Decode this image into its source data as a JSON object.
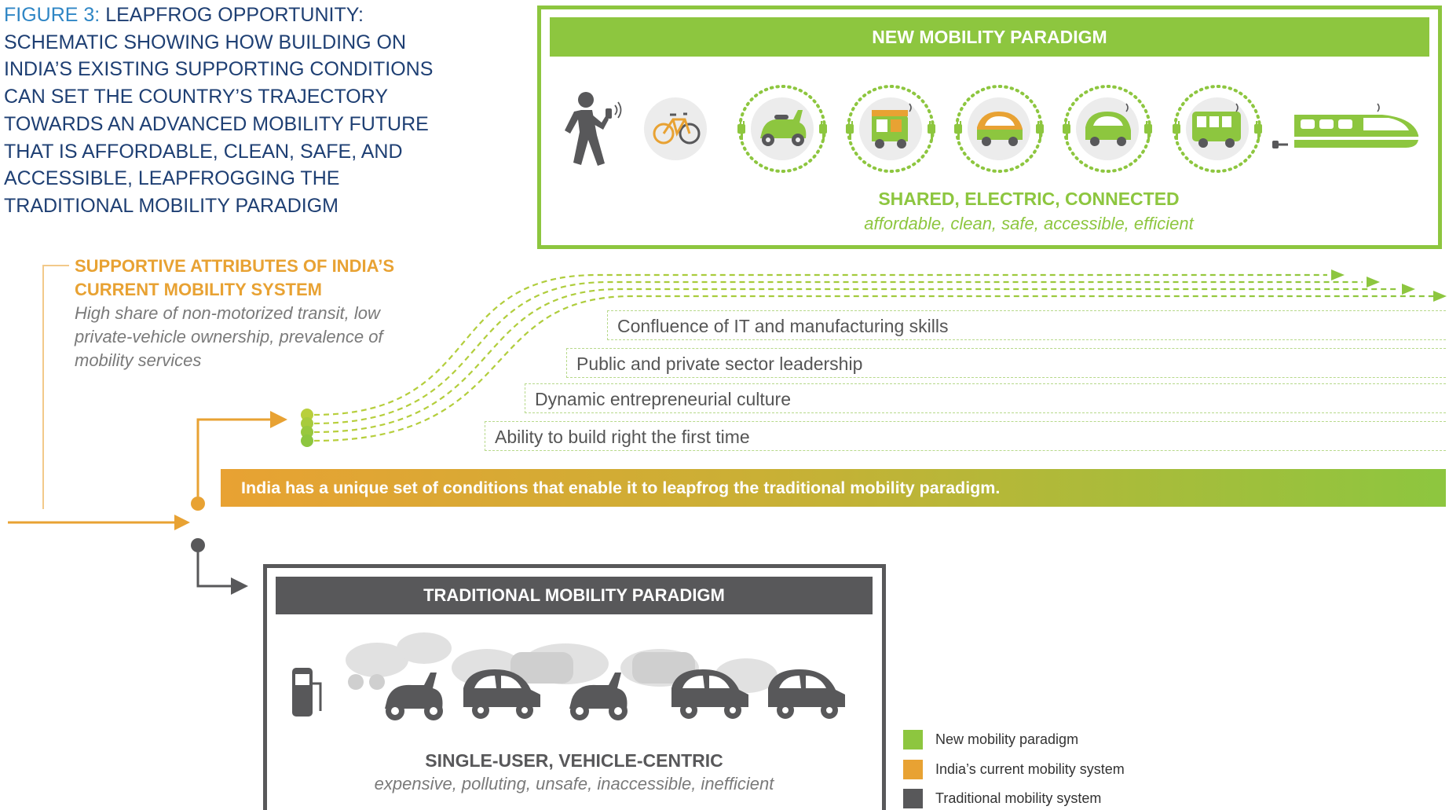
{
  "figure": {
    "label": "FIGURE 3:",
    "title": "LEAPFROG OPPORTUNITY: SCHEMATIC SHOWING HOW BUILDING ON INDIA’S EXISTING SUPPORTING CONDITIONS CAN SET THE COUNTRY’S TRAJECTORY TOWARDS AN ADVANCED MOBILITY FUTURE THAT IS AFFORDABLE, CLEAN, SAFE, AND ACCESSIBLE, LEAPFROGGING THE TRADITIONAL MOBILITY PARADIGM"
  },
  "new_paradigm": {
    "heading": "NEW MOBILITY PARADIGM",
    "subtitle": "SHARED, ELECTRIC, CONNECTED",
    "description": "affordable, clean, safe, accessible, efficient",
    "icons": [
      "pedestrian-phone-icon",
      "bicycle-icon",
      "electric-scooter-icon",
      "electric-rickshaw-icon",
      "electric-car-icon",
      "electric-minivan-icon",
      "electric-bus-icon",
      "electric-train-icon"
    ]
  },
  "supportive": {
    "title": "SUPPORTIVE ATTRIBUTES OF INDIA’S CURRENT MOBILITY SYSTEM",
    "description": "High share of non-motorized transit, low private-vehicle ownership, prevalence of mobility services"
  },
  "conditions": [
    "Confluence of IT and manufacturing skills",
    "Public and private sector leadership",
    "Dynamic entrepreneurial culture",
    "Ability to build right the first time"
  ],
  "banner": "India has a unique set of conditions that enable it to leapfrog the traditional mobility paradigm.",
  "traditional_paradigm": {
    "heading": "TRADITIONAL MOBILITY PARADIGM",
    "subtitle": "SINGLE-USER, VEHICLE-CENTRIC",
    "description": "expensive, polluting, unsafe, inaccessible, inefficient",
    "icons": [
      "fuel-pump-icon",
      "motor-scooter-icon",
      "car-icon",
      "motor-scooter-icon",
      "car-icon",
      "car-icon"
    ]
  },
  "legend": [
    {
      "label": "New mobility paradigm",
      "color": "#8dc63f"
    },
    {
      "label": "India’s current mobility system",
      "color": "#e8a233"
    },
    {
      "label": "Traditional mobility system",
      "color": "#58585a"
    }
  ],
  "colors": {
    "green": "#8dc63f",
    "orange": "#e8a233",
    "gray": "#58585a",
    "title_blue": "#1e3f73",
    "label_blue": "#2f86c5"
  }
}
